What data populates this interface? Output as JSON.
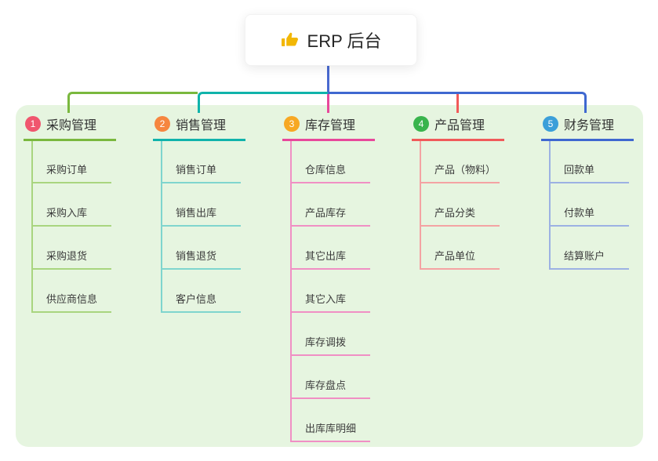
{
  "root": {
    "title": "ERP 后台",
    "icon": "thumbs-up-icon",
    "icon_color": "#f2b705"
  },
  "panel": {
    "background": "#e6f5e0"
  },
  "trunk_color": "#4a6ad0",
  "branches": [
    {
      "number": "1",
      "label": "采购管理",
      "badge_color": "#f0566e",
      "line_color": "#7ab83e",
      "child_line_color": "#a9d57f",
      "children": [
        "采购订单",
        "采购入库",
        "采购退货",
        "供应商信息"
      ]
    },
    {
      "number": "2",
      "label": "销售管理",
      "badge_color": "#f6863f",
      "line_color": "#10b3ab",
      "child_line_color": "#7fd5ce",
      "children": [
        "销售订单",
        "销售出库",
        "销售退货",
        "客户信息"
      ]
    },
    {
      "number": "3",
      "label": "库存管理",
      "badge_color": "#f7a823",
      "line_color": "#e8489b",
      "child_line_color": "#f08fc4",
      "children": [
        "仓库信息",
        "产品库存",
        "其它出库",
        "其它入库",
        "库存调拨",
        "库存盘点",
        "出库库明细"
      ]
    },
    {
      "number": "4",
      "label": "产品管理",
      "badge_color": "#39b44d",
      "line_color": "#f15a5a",
      "child_line_color": "#f4a3a3",
      "children": [
        "产品（物料）",
        "产品分类",
        "产品单位"
      ]
    },
    {
      "number": "5",
      "label": "财务管理",
      "badge_color": "#3b9fd9",
      "line_color": "#3f68d0",
      "child_line_color": "#9cb1e3",
      "children": [
        "回款单",
        "付款单",
        "结算账户"
      ]
    }
  ]
}
